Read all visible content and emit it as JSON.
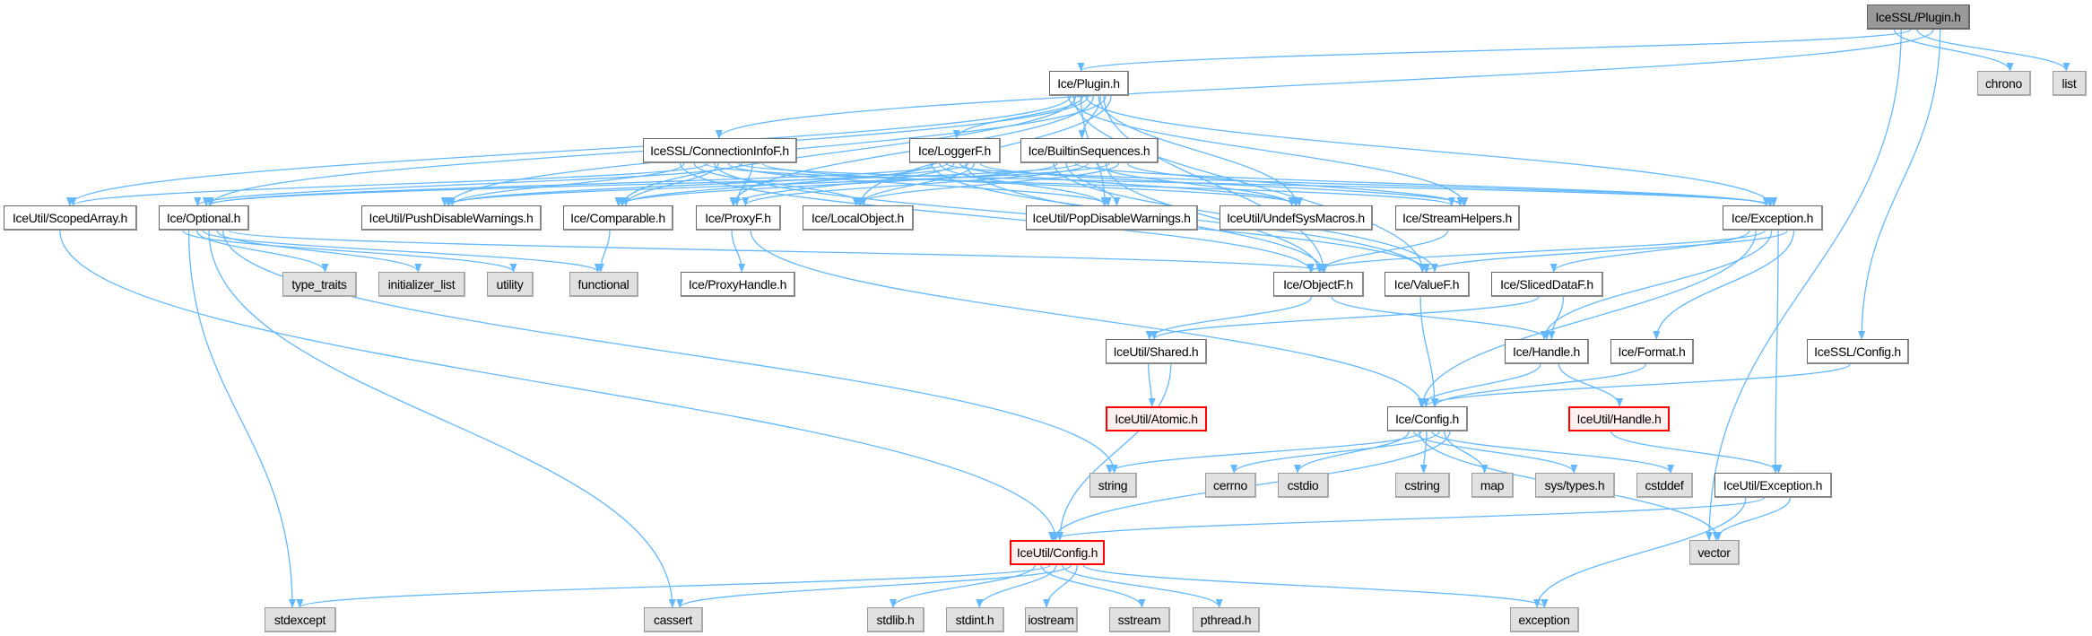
{
  "graph_title": "IceSSL/Plugin.h",
  "colors": {
    "edge": "#63b8ff",
    "system_fill": "#e0e0e0",
    "root_fill": "#999999",
    "missing_border": "#ff0000"
  },
  "nodes": [
    {
      "id": "root",
      "label": "IceSSL/Plugin.h",
      "kind": "root"
    },
    {
      "id": "plugin",
      "label": "Ice/Plugin.h",
      "kind": "file"
    },
    {
      "id": "chrono",
      "label": "chrono",
      "kind": "sys"
    },
    {
      "id": "list",
      "label": "list",
      "kind": "sys"
    },
    {
      "id": "conninfo",
      "label": "IceSSL/ConnectionInfoF.h",
      "kind": "file"
    },
    {
      "id": "loggerf",
      "label": "Ice/LoggerF.h",
      "kind": "file"
    },
    {
      "id": "builtin",
      "label": "Ice/BuiltinSequences.h",
      "kind": "file"
    },
    {
      "id": "scoped",
      "label": "IceUtil/ScopedArray.h",
      "kind": "file"
    },
    {
      "id": "optional",
      "label": "Ice/Optional.h",
      "kind": "file"
    },
    {
      "id": "pushdis",
      "label": "IceUtil/PushDisableWarnings.h",
      "kind": "file"
    },
    {
      "id": "comparable",
      "label": "Ice/Comparable.h",
      "kind": "file"
    },
    {
      "id": "proxyf",
      "label": "Ice/ProxyF.h",
      "kind": "file"
    },
    {
      "id": "localobj",
      "label": "Ice/LocalObject.h",
      "kind": "file"
    },
    {
      "id": "popdis",
      "label": "IceUtil/PopDisableWarnings.h",
      "kind": "file"
    },
    {
      "id": "undef",
      "label": "IceUtil/UndefSysMacros.h",
      "kind": "file"
    },
    {
      "id": "streamh",
      "label": "Ice/StreamHelpers.h",
      "kind": "file"
    },
    {
      "id": "exception",
      "label": "Ice/Exception.h",
      "kind": "file"
    },
    {
      "id": "type_traits",
      "label": "type_traits",
      "kind": "sys"
    },
    {
      "id": "initlist",
      "label": "initializer_list",
      "kind": "sys"
    },
    {
      "id": "utility",
      "label": "utility",
      "kind": "sys"
    },
    {
      "id": "functional",
      "label": "functional",
      "kind": "sys"
    },
    {
      "id": "proxyhandle",
      "label": "Ice/ProxyHandle.h",
      "kind": "file"
    },
    {
      "id": "objectf",
      "label": "Ice/ObjectF.h",
      "kind": "file"
    },
    {
      "id": "valuef",
      "label": "Ice/ValueF.h",
      "kind": "file"
    },
    {
      "id": "sliced",
      "label": "Ice/SlicedDataF.h",
      "kind": "file"
    },
    {
      "id": "shared",
      "label": "IceUtil/Shared.h",
      "kind": "file"
    },
    {
      "id": "handle",
      "label": "Ice/Handle.h",
      "kind": "file"
    },
    {
      "id": "format",
      "label": "Ice/Format.h",
      "kind": "file"
    },
    {
      "id": "sslconfig",
      "label": "IceSSL/Config.h",
      "kind": "file"
    },
    {
      "id": "atomic",
      "label": "IceUtil/Atomic.h",
      "kind": "red"
    },
    {
      "id": "iceconfig",
      "label": "Ice/Config.h",
      "kind": "file"
    },
    {
      "id": "iuhandle",
      "label": "IceUtil/Handle.h",
      "kind": "red"
    },
    {
      "id": "string",
      "label": "string",
      "kind": "sys"
    },
    {
      "id": "cerrno",
      "label": "cerrno",
      "kind": "sys"
    },
    {
      "id": "cstdio",
      "label": "cstdio",
      "kind": "sys"
    },
    {
      "id": "cstring",
      "label": "cstring",
      "kind": "sys"
    },
    {
      "id": "map",
      "label": "map",
      "kind": "sys"
    },
    {
      "id": "systypes",
      "label": "sys/types.h",
      "kind": "sys"
    },
    {
      "id": "cstddef",
      "label": "cstddef",
      "kind": "sys"
    },
    {
      "id": "iuexception",
      "label": "IceUtil/Exception.h",
      "kind": "file"
    },
    {
      "id": "iuconfig",
      "label": "IceUtil/Config.h",
      "kind": "red"
    },
    {
      "id": "vector",
      "label": "vector",
      "kind": "sys"
    },
    {
      "id": "stdexcept",
      "label": "stdexcept",
      "kind": "sys"
    },
    {
      "id": "cassert",
      "label": "cassert",
      "kind": "sys"
    },
    {
      "id": "stdlib",
      "label": "stdlib.h",
      "kind": "sys"
    },
    {
      "id": "stdint",
      "label": "stdint.h",
      "kind": "sys"
    },
    {
      "id": "iostream",
      "label": "iostream",
      "kind": "sys"
    },
    {
      "id": "sstream",
      "label": "sstream",
      "kind": "sys"
    },
    {
      "id": "pthread",
      "label": "pthread.h",
      "kind": "sys"
    },
    {
      "id": "exc",
      "label": "exception",
      "kind": "sys"
    }
  ],
  "edges": [
    [
      "root",
      "plugin"
    ],
    [
      "root",
      "conninfo"
    ],
    [
      "root",
      "chrono"
    ],
    [
      "root",
      "list"
    ],
    [
      "root",
      "sslconfig"
    ],
    [
      "root",
      "vector"
    ],
    [
      "plugin",
      "loggerf"
    ],
    [
      "plugin",
      "builtin"
    ],
    [
      "plugin",
      "scoped"
    ],
    [
      "plugin",
      "optional"
    ],
    [
      "plugin",
      "pushdis"
    ],
    [
      "plugin",
      "comparable"
    ],
    [
      "plugin",
      "proxyf"
    ],
    [
      "plugin",
      "localobj"
    ],
    [
      "plugin",
      "popdis"
    ],
    [
      "plugin",
      "undef"
    ],
    [
      "plugin",
      "streamh"
    ],
    [
      "plugin",
      "exception"
    ],
    [
      "plugin",
      "objectf"
    ],
    [
      "plugin",
      "valuef"
    ],
    [
      "conninfo",
      "scoped"
    ],
    [
      "conninfo",
      "optional"
    ],
    [
      "conninfo",
      "pushdis"
    ],
    [
      "conninfo",
      "comparable"
    ],
    [
      "conninfo",
      "proxyf"
    ],
    [
      "conninfo",
      "localobj"
    ],
    [
      "conninfo",
      "popdis"
    ],
    [
      "conninfo",
      "undef"
    ],
    [
      "conninfo",
      "streamh"
    ],
    [
      "conninfo",
      "exception"
    ],
    [
      "conninfo",
      "objectf"
    ],
    [
      "conninfo",
      "valuef"
    ],
    [
      "loggerf",
      "optional"
    ],
    [
      "loggerf",
      "pushdis"
    ],
    [
      "loggerf",
      "comparable"
    ],
    [
      "loggerf",
      "proxyf"
    ],
    [
      "loggerf",
      "localobj"
    ],
    [
      "loggerf",
      "popdis"
    ],
    [
      "loggerf",
      "undef"
    ],
    [
      "loggerf",
      "streamh"
    ],
    [
      "loggerf",
      "exception"
    ],
    [
      "loggerf",
      "objectf"
    ],
    [
      "loggerf",
      "valuef"
    ],
    [
      "builtin",
      "optional"
    ],
    [
      "builtin",
      "pushdis"
    ],
    [
      "builtin",
      "comparable"
    ],
    [
      "builtin",
      "proxyf"
    ],
    [
      "builtin",
      "localobj"
    ],
    [
      "builtin",
      "popdis"
    ],
    [
      "builtin",
      "undef"
    ],
    [
      "builtin",
      "streamh"
    ],
    [
      "builtin",
      "exception"
    ],
    [
      "builtin",
      "objectf"
    ],
    [
      "builtin",
      "valuef"
    ],
    [
      "scoped",
      "iuconfig"
    ],
    [
      "optional",
      "type_traits"
    ],
    [
      "optional",
      "initlist"
    ],
    [
      "optional",
      "utility"
    ],
    [
      "optional",
      "functional"
    ],
    [
      "optional",
      "string"
    ],
    [
      "optional",
      "stdexcept"
    ],
    [
      "optional",
      "cassert"
    ],
    [
      "optional",
      "objectf"
    ],
    [
      "comparable",
      "functional"
    ],
    [
      "proxyf",
      "proxyhandle"
    ],
    [
      "proxyf",
      "iceconfig"
    ],
    [
      "streamh",
      "objectf"
    ],
    [
      "exception",
      "objectf"
    ],
    [
      "exception",
      "valuef"
    ],
    [
      "exception",
      "sliced"
    ],
    [
      "exception",
      "handle"
    ],
    [
      "exception",
      "format"
    ],
    [
      "exception",
      "iceconfig"
    ],
    [
      "exception",
      "iuexception"
    ],
    [
      "objectf",
      "shared"
    ],
    [
      "objectf",
      "handle"
    ],
    [
      "valuef",
      "iceconfig"
    ],
    [
      "sliced",
      "shared"
    ],
    [
      "sliced",
      "handle"
    ],
    [
      "shared",
      "atomic"
    ],
    [
      "shared",
      "iuconfig"
    ],
    [
      "handle",
      "iceconfig"
    ],
    [
      "handle",
      "iuhandle"
    ],
    [
      "format",
      "iceconfig"
    ],
    [
      "sslconfig",
      "iceconfig"
    ],
    [
      "iuhandle",
      "iuexception"
    ],
    [
      "iceconfig",
      "string"
    ],
    [
      "iceconfig",
      "cerrno"
    ],
    [
      "iceconfig",
      "cstdio"
    ],
    [
      "iceconfig",
      "cstring"
    ],
    [
      "iceconfig",
      "map"
    ],
    [
      "iceconfig",
      "systypes"
    ],
    [
      "iceconfig",
      "cstddef"
    ],
    [
      "iceconfig",
      "iuconfig"
    ],
    [
      "iceconfig",
      "vector"
    ],
    [
      "iuexception",
      "iuconfig"
    ],
    [
      "iuexception",
      "vector"
    ],
    [
      "iuexception",
      "exc"
    ],
    [
      "iuconfig",
      "stdexcept"
    ],
    [
      "iuconfig",
      "cassert"
    ],
    [
      "iuconfig",
      "stdlib"
    ],
    [
      "iuconfig",
      "stdint"
    ],
    [
      "iuconfig",
      "iostream"
    ],
    [
      "iuconfig",
      "sstream"
    ],
    [
      "iuconfig",
      "pthread"
    ],
    [
      "iuconfig",
      "exc"
    ]
  ]
}
